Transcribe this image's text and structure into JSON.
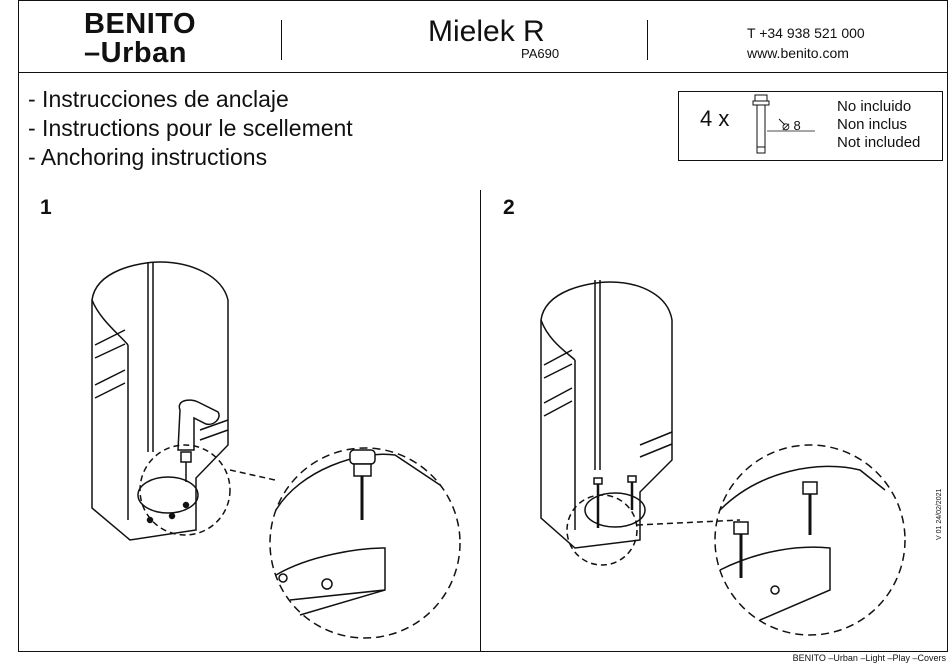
{
  "header": {
    "brand_line1": "BENITO",
    "brand_line2": "–Urban",
    "title": "Mielek R",
    "product_code": "PA690",
    "phone": "T +34 938 521 000",
    "website": "www.benito.com"
  },
  "instructions": [
    "- Instrucciones de anclaje",
    "- Instructions pour le scellement",
    "- Anchoring instructions"
  ],
  "parts_box": {
    "quantity": "4 x",
    "diameter_symbol": "⌀",
    "diameter_value": "8",
    "notes": [
      "No incluido",
      "Non inclus",
      "Not included"
    ],
    "icon": "anchor-bolt-icon"
  },
  "steps": [
    {
      "number": "1"
    },
    {
      "number": "2"
    }
  ],
  "version": "V 01 24/02/2021",
  "footer": "BENITO –Urban –Light –Play –Covers"
}
